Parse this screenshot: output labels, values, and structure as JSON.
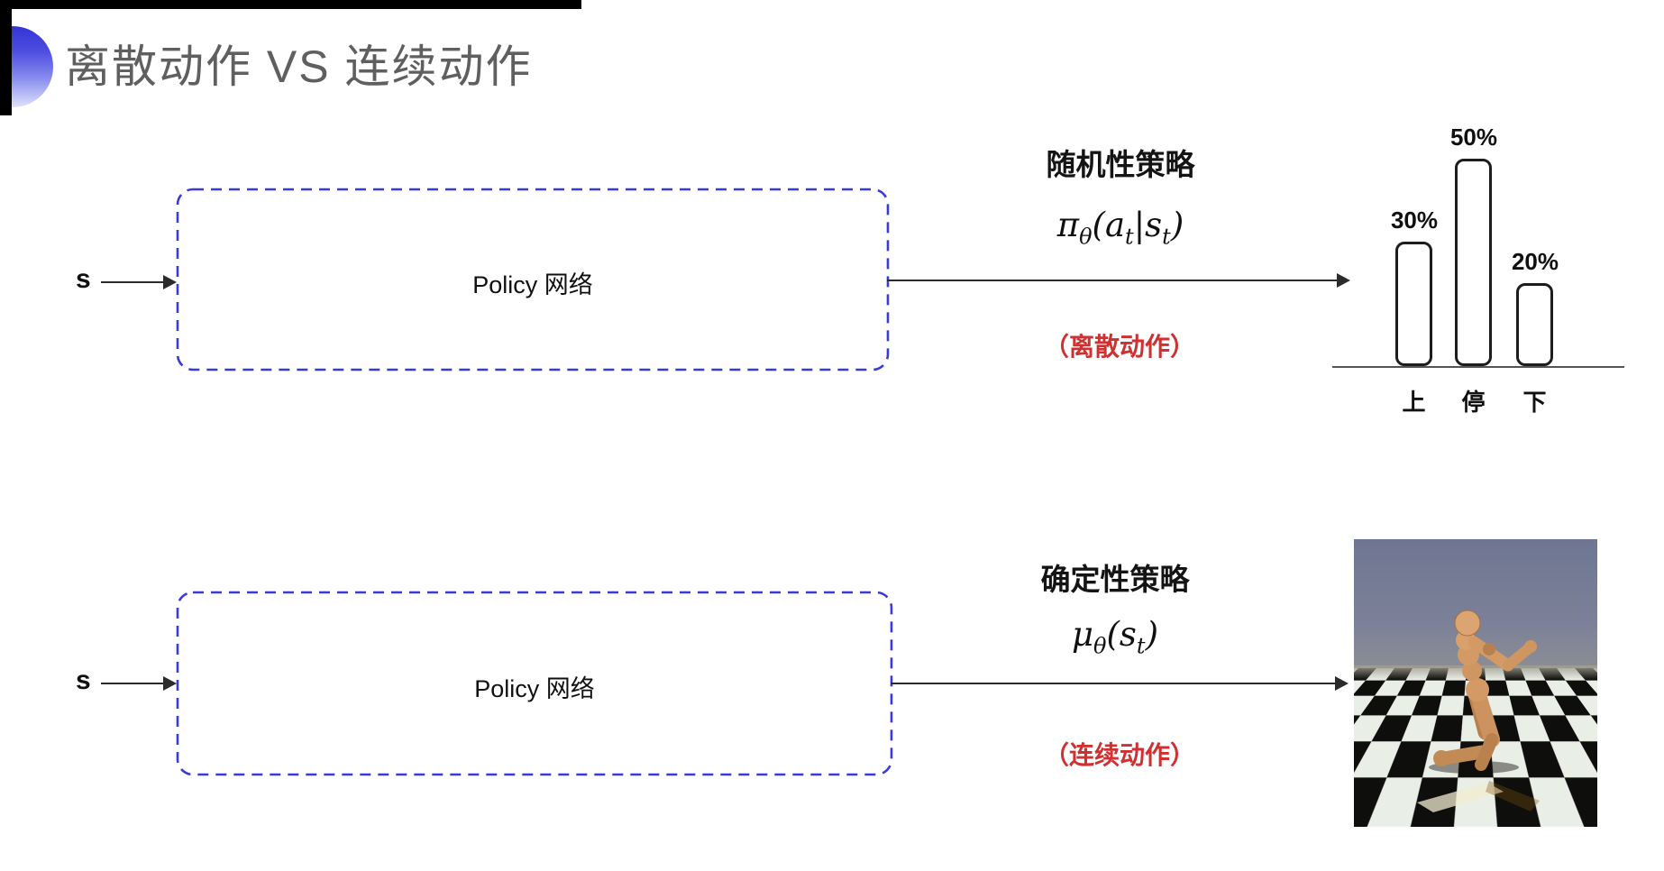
{
  "title": {
    "text": "离散动作 VS 连续动作"
  },
  "rows": {
    "discrete": {
      "input_label": "s",
      "box_label": "Policy 网络",
      "policy_title": "随机性策略",
      "formula": {
        "base1": "π",
        "sub1": "θ",
        "mid1": "(a",
        "sub2": "t",
        "mid2": "|s",
        "sub3": "t",
        "end": ")"
      },
      "action_type": "（离散动作）"
    },
    "continuous": {
      "input_label": "s",
      "box_label": "Policy 网络",
      "policy_title": "确定性策略",
      "formula": {
        "base1": "μ",
        "sub1": "θ",
        "mid1": "(s",
        "sub2": "t",
        "end": ")"
      },
      "action_type": "（连续动作）"
    }
  },
  "chart_data": {
    "type": "bar",
    "categories": [
      "上",
      "停",
      "下"
    ],
    "values": [
      30,
      50,
      20
    ],
    "value_labels": [
      "30%",
      "50%",
      "20%"
    ],
    "title": "",
    "xlabel": "",
    "ylabel": "",
    "ylim": [
      0,
      60
    ],
    "grid": false,
    "legend": "none",
    "bar_style": "white fill, black rounded outline"
  },
  "humanoid_scene": {
    "label": "MuJoCo humanoid on checkerboard floor"
  },
  "colors": {
    "accent_blue": "#3a3ad8",
    "action_red": "#d03030",
    "title_gray": "#5f5f5f",
    "arrow_black": "#2b2b2b",
    "body_tan": "#d49a66"
  }
}
